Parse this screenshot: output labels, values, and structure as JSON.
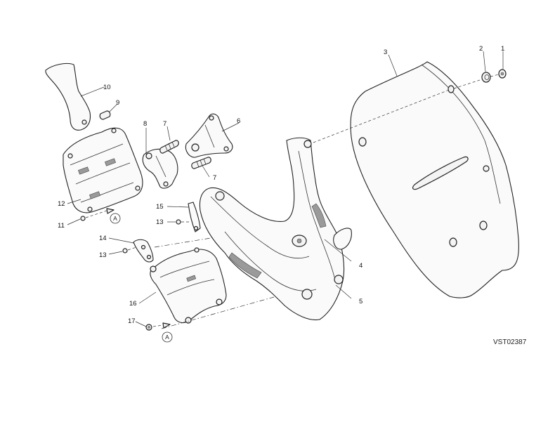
{
  "drawing_code": "VST02387",
  "reference_mark": "A",
  "callouts": {
    "c1": "1",
    "c2": "2",
    "c3": "3",
    "c4": "4",
    "c5": "5",
    "c6": "6",
    "c7a": "7",
    "c7b": "7",
    "c8": "8",
    "c9": "9",
    "c10": "10",
    "c11": "11",
    "c12": "12",
    "c13a": "13",
    "c13b": "13",
    "c14": "14",
    "c15": "15",
    "c16": "16",
    "c17": "17"
  },
  "parts": [
    {
      "number": "1",
      "name": "screw"
    },
    {
      "number": "2",
      "name": "grommet"
    },
    {
      "number": "3",
      "name": "windscreen"
    },
    {
      "number": "4",
      "name": "pad"
    },
    {
      "number": "5",
      "name": "headlight-support-frame"
    },
    {
      "number": "6",
      "name": "bracket"
    },
    {
      "number": "7",
      "name": "stud"
    },
    {
      "number": "8",
      "name": "bracket"
    },
    {
      "number": "9",
      "name": "cap"
    },
    {
      "number": "10",
      "name": "cover"
    },
    {
      "number": "11",
      "name": "screw"
    },
    {
      "number": "12",
      "name": "control-unit-holder"
    },
    {
      "number": "13",
      "name": "screw"
    },
    {
      "number": "14",
      "name": "bracket"
    },
    {
      "number": "15",
      "name": "bracket"
    },
    {
      "number": "16",
      "name": "control-unit-holder"
    },
    {
      "number": "17",
      "name": "screw"
    }
  ]
}
